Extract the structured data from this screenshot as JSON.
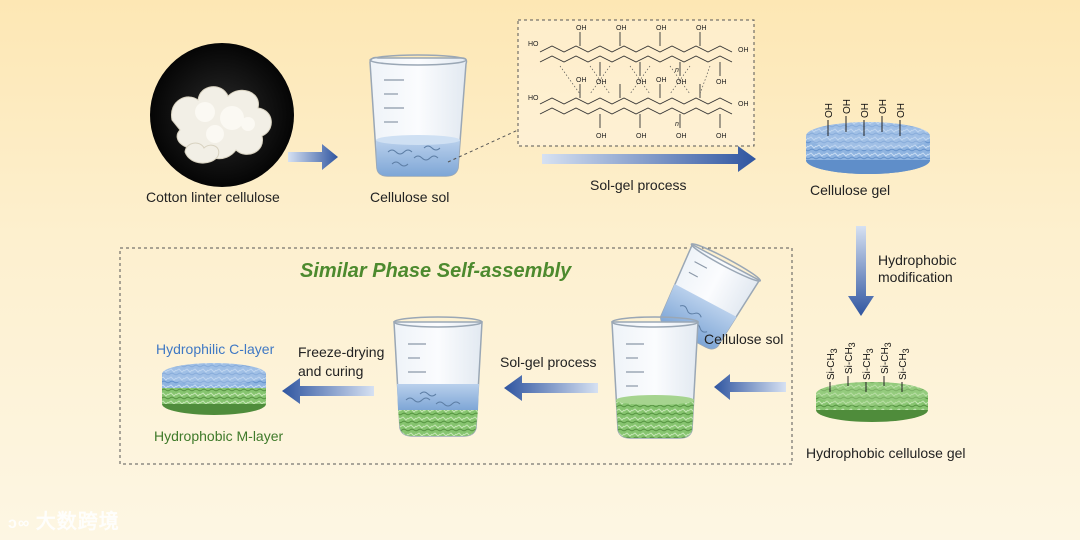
{
  "labels": {
    "cotton": "Cotton linter cellulose",
    "sol": "Cellulose sol",
    "solgel_top": "Sol-gel process",
    "gel": "Cellulose gel",
    "hydrophobic_mod": "Hydrophobic\nmodification",
    "similar_phase": "Similar Phase Self-assembly",
    "cellulose_sol_pour": "Cellulose sol",
    "solgel_bottom": "Sol-gel process",
    "freeze_drying": "Freeze-drying\nand curing",
    "c_layer": "Hydrophilic C-layer",
    "m_layer": "Hydrophobic M-layer",
    "hydrophobic_gel": "Hydrophobic cellulose gel"
  },
  "chem": {
    "oh": "OH",
    "si_prefix": "Si-CH",
    "si_sub": "3",
    "n": "n"
  },
  "watermark": "大数跨境",
  "colors": {
    "arrow_dark": "#2f55a0",
    "arrow_light": "#c9d7ee",
    "blue_gel": "#7fa8d8",
    "green_gel": "#7fbf6a",
    "title_green": "#4d8a2e"
  }
}
